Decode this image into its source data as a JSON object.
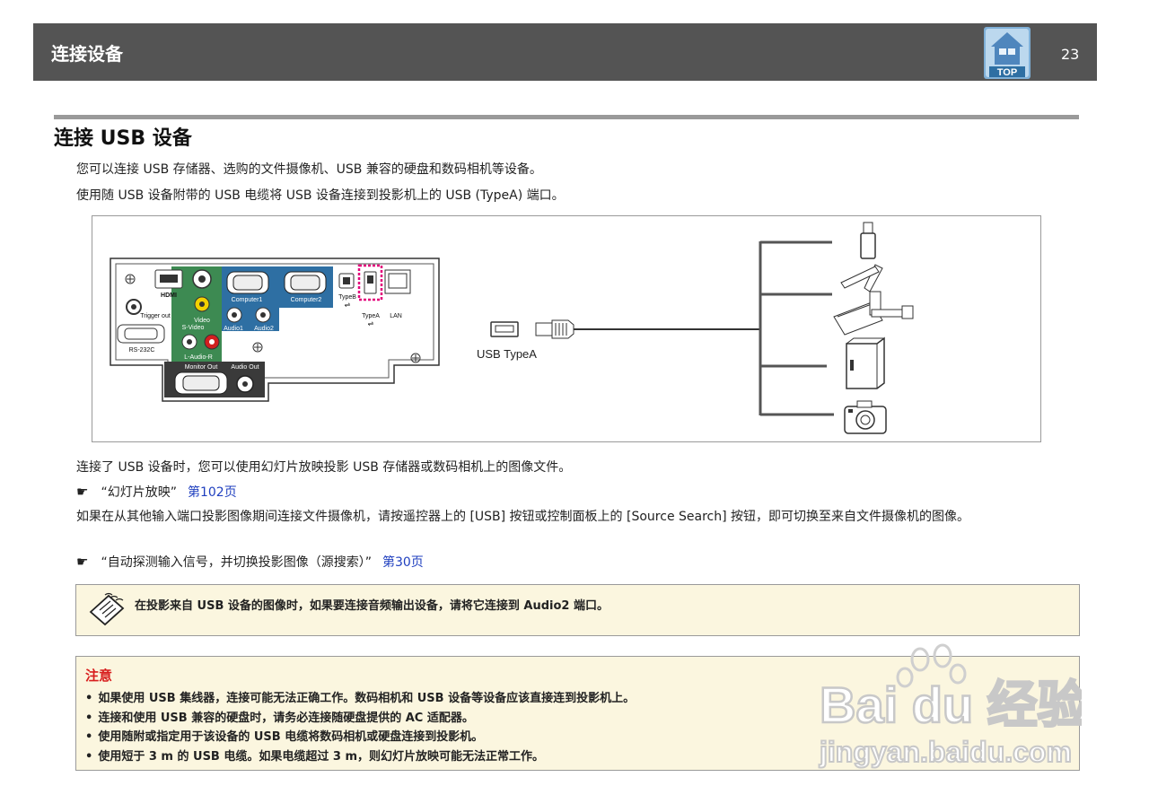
{
  "header": {
    "title": "连接设备",
    "top_label": "TOP",
    "page_number": "23"
  },
  "section": {
    "title": "连接 USB 设备",
    "intro1": "您可以连接 USB 存储器、选购的文件摄像机、USB 兼容的硬盘和数码相机等设备。",
    "intro2": "使用随 USB 设备附带的 USB 电缆将 USB 设备连接到投影机上的 USB (TypeA) 端口。"
  },
  "figure": {
    "ports": {
      "hdmi": "HDMI",
      "trigger": "Trigger out",
      "rs232": "RS-232C",
      "svideo": "S-Video",
      "video": "Video",
      "laudio": "L-Audio-R",
      "computer1": "Computer1",
      "computer2": "Computer2",
      "audio1": "Audio1",
      "audio2": "Audio2",
      "typeb": "TypeB",
      "typea": "TypeA",
      "lan": "LAN",
      "monitor_out": "Monitor Out",
      "audio_out": "Audio Out"
    },
    "cable_label": "USB TypeA"
  },
  "body": {
    "para1": "连接了 USB 设备时，您可以使用幻灯片放映投影 USB 存储器或数码相机上的图像文件。",
    "ref1_text": "“幻灯片放映”",
    "ref1_link": "第102页",
    "para2": "如果在从其他输入端口投影图像期间连接文件摄像机，请按遥控器上的 [USB] 按钮或控制面板上的 [Source Search] 按钮，即可切换至来自文件摄像机的图像。",
    "ref2_text": "“自动探测输入信号，并切换投影图像（源搜索）”",
    "ref2_link": "第30页"
  },
  "tip": {
    "text": "在投影来自 USB 设备的图像时，如果要连接音频输出设备，请将它连接到 Audio2 端口。"
  },
  "caution": {
    "title": "注意",
    "items": [
      "如果使用 USB 集线器，连接可能无法正确工作。数码相机和 USB 设备等设备应该直接连到投影机上。",
      "连接和使用 USB 兼容的硬盘时，请务必连接随硬盘提供的 AC 适配器。",
      "使用随附或指定用于该设备的 USB 电缆将数码相机或硬盘连接到投影机。",
      "使用短于 3 m 的 USB 电缆。如果电缆超过 3 m，则幻灯片放映可能无法正常工作。"
    ]
  },
  "watermark": {
    "brand": "Bai du 经验",
    "url": "jingyan.baidu.com"
  },
  "colors": {
    "header_bg": "#545454",
    "port_blue": "#2e6fa3",
    "port_green": "#3d8a52",
    "highlight": "#e2007a",
    "link": "#1f3fbf",
    "caution_red": "#d81e1e",
    "note_bg": "#fbf6df"
  }
}
